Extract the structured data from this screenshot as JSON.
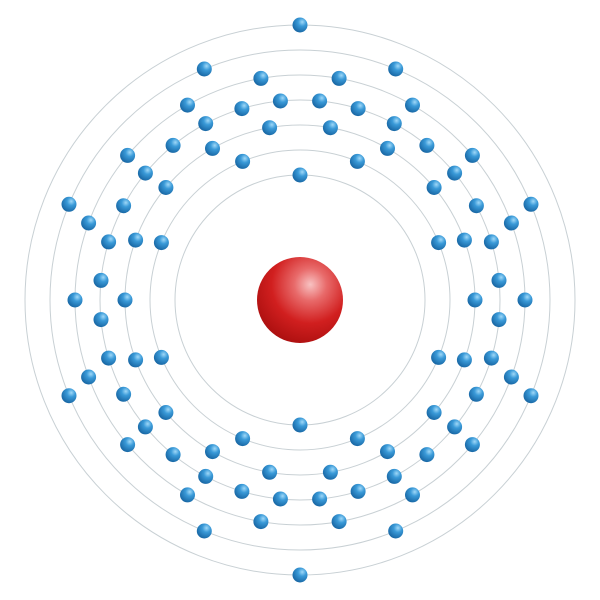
{
  "diagram": {
    "type": "bohr-model",
    "nucleus": {
      "color": "#d11f1f",
      "highlight": "#f6b3b3"
    },
    "electron": {
      "color": "#1b7fc4",
      "highlight": "#8fd0f5"
    },
    "orbit_color": "#c8d0d4",
    "shells": [
      {
        "n": 1,
        "electrons": 2
      },
      {
        "n": 2,
        "electrons": 8
      },
      {
        "n": 3,
        "electrons": 18
      },
      {
        "n": 4,
        "electrons": 32
      },
      {
        "n": 5,
        "electrons": 18
      },
      {
        "n": 6,
        "electrons": 8
      },
      {
        "n": 7,
        "electrons": 2
      }
    ]
  }
}
